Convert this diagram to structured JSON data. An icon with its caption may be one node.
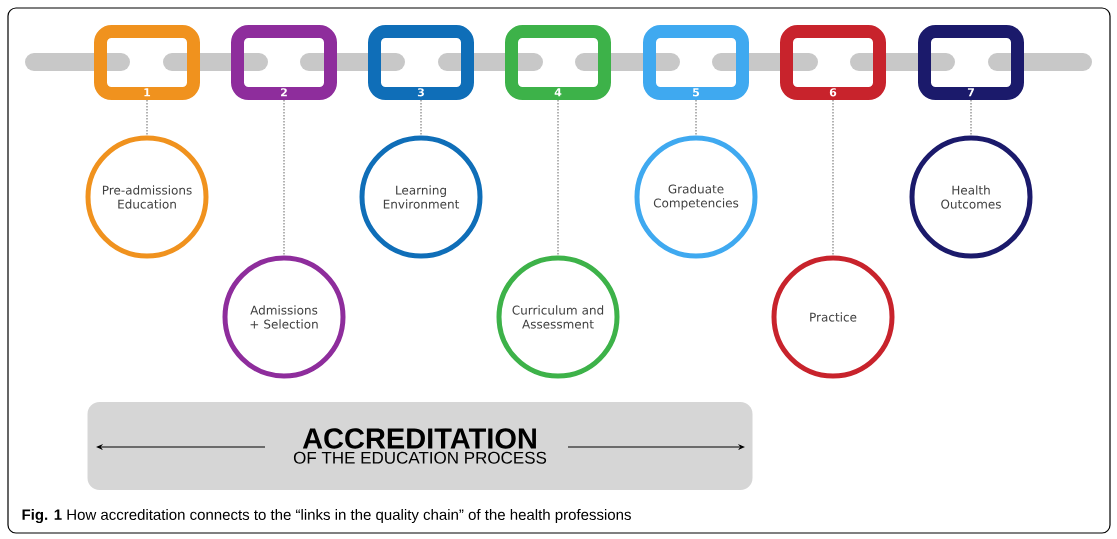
{
  "diagram": {
    "caption": "**Fig. 1** How accreditation connects to the “links in the quality chain” of the health professions",
    "nodes": [
      {
        "text": [
          "1"
        ]
      },
      {
        "text": [
          "2"
        ]
      },
      {
        "text": [
          "3"
        ]
      },
      {
        "text": [
          "4"
        ]
      },
      {
        "text": [
          "5"
        ]
      },
      {
        "text": [
          "6"
        ]
      },
      {
        "text": [
          "7"
        ]
      },
      {
        "text": [
          "Pre-admissions Education"
        ]
      },
      {
        "text": [
          "Admissions + Selection"
        ]
      },
      {
        "text": [
          "Learning Environment"
        ]
      },
      {
        "text": [
          "Curriculum and Assessment"
        ]
      },
      {
        "text": [
          "Graduate Competencies"
        ]
      },
      {
        "text": [
          "Practice"
        ]
      },
      {
        "text": [
          "Health Outcomes"
        ]
      },
      {
        "text": [
          "ACCREDITATION",
          "OF THE EDUCATION PROCESS"
        ]
      }
    ],
    "edges": [
      {
        "from": 0,
        "to": 7,
        "arrow": "none",
        "style": "dashed"
      },
      {
        "from": 1,
        "to": 8,
        "arrow": "none",
        "style": "dashed"
      },
      {
        "from": 2,
        "to": 9,
        "arrow": "none",
        "style": "dashed"
      },
      {
        "from": 3,
        "to": 10,
        "arrow": "none",
        "style": "dashed"
      },
      {
        "from": 4,
        "to": 11,
        "arrow": "none",
        "style": "dashed"
      },
      {
        "from": 5,
        "to": 12,
        "arrow": "none",
        "style": "dashed"
      },
      {
        "from": 6,
        "to": 13,
        "arrow": "none",
        "style": "dashed"
      }
    ]
  }
}
